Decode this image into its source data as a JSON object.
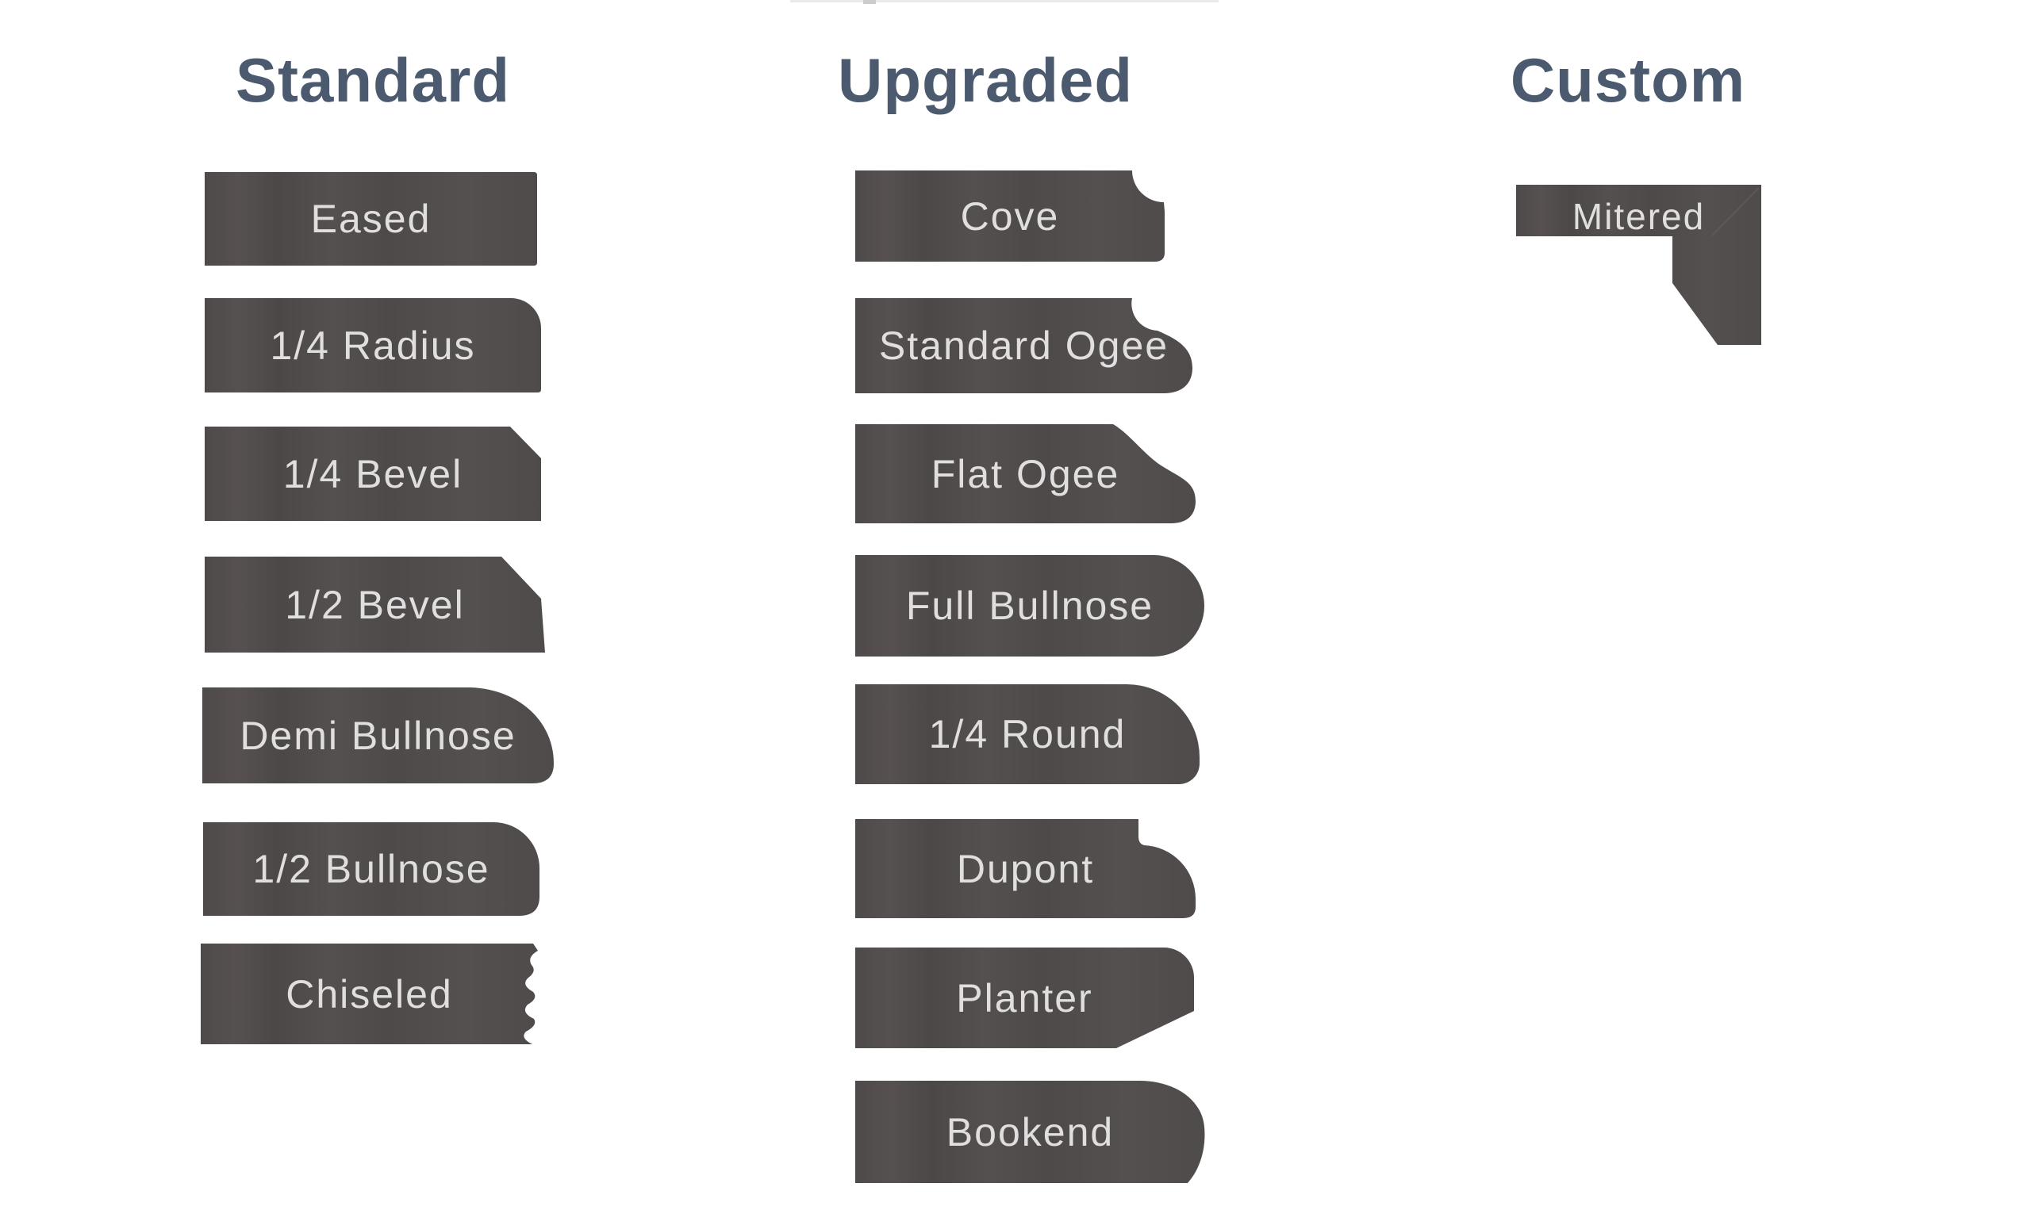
{
  "page": {
    "description": "Countertop edge profile options diagram",
    "background": "#ffffff"
  },
  "colors": {
    "heading_text": "#4B5A6E",
    "shape_fill_base": "#534E4E",
    "shape_fill_light": "#575252",
    "shape_fill_dark": "#4C4848",
    "shape_label_text": "#E0DEDE",
    "miter_seam_line": "#615C5B"
  },
  "columns": [
    {
      "id": "standard",
      "title": "Standard",
      "items": [
        {
          "label": "Eased"
        },
        {
          "label": "1/4 Radius"
        },
        {
          "label": "1/4 Bevel"
        },
        {
          "label": "1/2 Bevel"
        },
        {
          "label": "Demi Bullnose"
        },
        {
          "label": "1/2 Bullnose"
        },
        {
          "label": "Chiseled"
        }
      ]
    },
    {
      "id": "upgraded",
      "title": "Upgraded",
      "items": [
        {
          "label": "Cove"
        },
        {
          "label": "Standard Ogee"
        },
        {
          "label": "Flat Ogee"
        },
        {
          "label": "Full Bullnose"
        },
        {
          "label": "1/4 Round"
        },
        {
          "label": "Dupont"
        },
        {
          "label": "Planter"
        },
        {
          "label": "Bookend"
        }
      ]
    },
    {
      "id": "custom",
      "title": "Custom",
      "items": [
        {
          "label": "Mitered"
        }
      ]
    }
  ]
}
